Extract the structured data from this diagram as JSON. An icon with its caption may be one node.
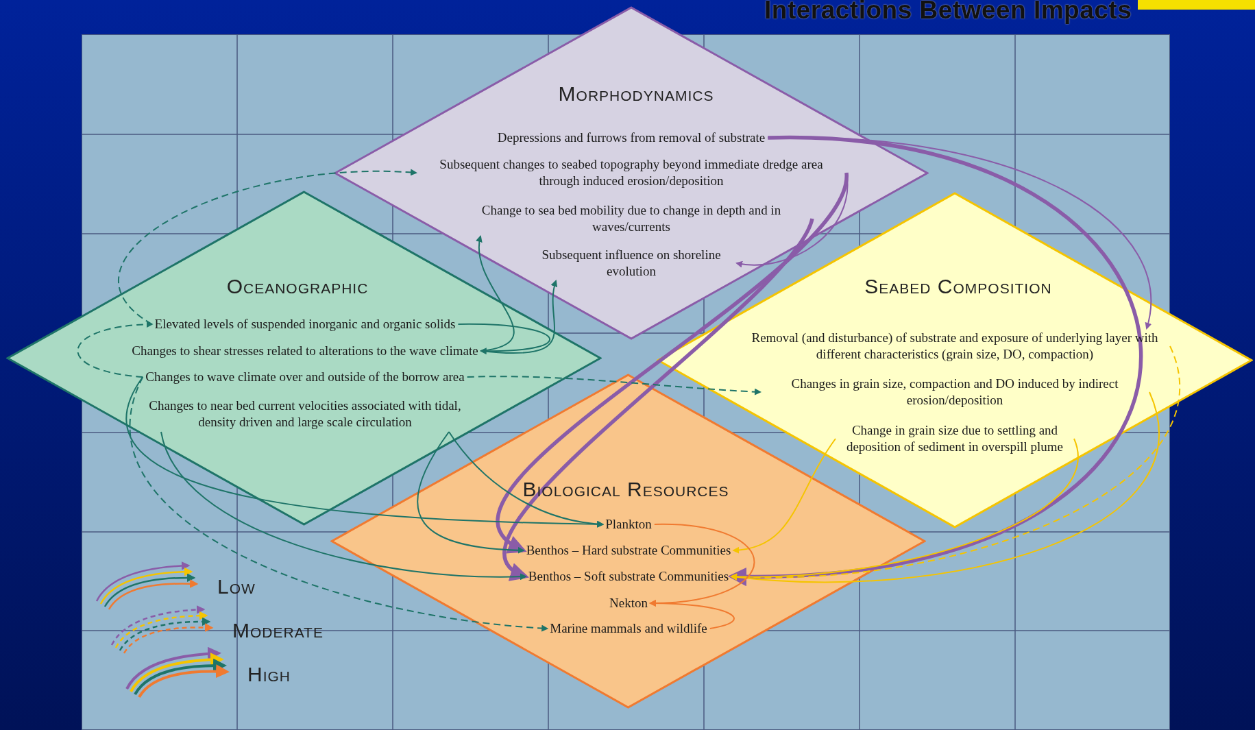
{
  "diagram": {
    "title": "Interactions Between Impacts",
    "nodes": [
      {
        "text": [
          "Morphodynamics"
        ]
      },
      {
        "text": [
          "Depressions and furrows from removal of substrate"
        ],
        "in": 0
      },
      {
        "text": [
          "Subsequent changes to seabed topography beyond immediate dredge area through induced erosion/deposition"
        ],
        "in": 0
      },
      {
        "text": [
          "Change to sea bed mobility due to change in depth and in waves/currents"
        ],
        "in": 0
      },
      {
        "text": [
          "Subsequent influence on shoreline evolution"
        ],
        "in": 0
      },
      {
        "text": [
          "Oceanographic"
        ]
      },
      {
        "text": [
          "Elevated levels of suspended inorganic and organic solids"
        ],
        "in": 5
      },
      {
        "text": [
          "Changes to shear stresses related to alterations to the wave climate"
        ],
        "in": 5
      },
      {
        "text": [
          "Changes to wave climate over and outside of the borrow area"
        ],
        "in": 5
      },
      {
        "text": [
          "Changes to near bed current velocities associated with tidal, density driven and large scale circulation"
        ],
        "in": 5
      },
      {
        "text": [
          "Seabed Composition"
        ]
      },
      {
        "text": [
          "Removal (and disturbance) of substrate and exposure of underlying layer with different characteristics (grain size, DO, compaction)"
        ],
        "in": 10
      },
      {
        "text": [
          "Changes in grain size, compaction and DO induced by indirect erosion/deposition"
        ],
        "in": 10
      },
      {
        "text": [
          "Change in grain size due to settling and deposition of sediment in overspill plume"
        ],
        "in": 10
      },
      {
        "text": [
          "Biological Resources"
        ]
      },
      {
        "text": [
          "Plankton"
        ],
        "in": 14
      },
      {
        "text": [
          "Benthos – Hard substrate Communities"
        ],
        "in": 14
      },
      {
        "text": [
          "Benthos – Soft substrate Communities"
        ],
        "in": 14
      },
      {
        "text": [
          "Nekton"
        ],
        "in": 14
      },
      {
        "text": [
          "Marine mammals and wildlife"
        ],
        "in": 14
      }
    ],
    "edges": [
      {
        "from": 1,
        "to": 11,
        "arrow": "to",
        "color": "#8a5ca8"
      },
      {
        "from": 1,
        "to": 17,
        "arrow": "to",
        "color": "#8a5ca8",
        "style": "thick"
      },
      {
        "from": 2,
        "to": 4,
        "arrow": "to",
        "color": "#8a5ca8"
      },
      {
        "from": 2,
        "to": 16,
        "arrow": "to",
        "color": "#8a5ca8",
        "style": "thick"
      },
      {
        "from": 3,
        "to": 17,
        "arrow": "to",
        "color": "#8a5ca8",
        "style": "thick"
      },
      {
        "from": 6,
        "to": 2,
        "arrow": "to",
        "color": "#1e7468",
        "style": "dashed"
      },
      {
        "from": 7,
        "to": 3,
        "arrow": "to",
        "color": "#1e7468"
      },
      {
        "from": 7,
        "to": 4,
        "arrow": "to",
        "color": "#1e7468"
      },
      {
        "from": 6,
        "to": 7,
        "arrow": "to",
        "color": "#1e7468"
      },
      {
        "from": 8,
        "to": 6,
        "arrow": "to",
        "color": "#1e7468",
        "style": "dashed"
      },
      {
        "from": 8,
        "to": 12,
        "arrow": "to",
        "color": "#1e7468",
        "style": "dashed"
      },
      {
        "from": 8,
        "to": 15,
        "arrow": "to",
        "color": "#1e7468"
      },
      {
        "from": 9,
        "to": 15,
        "arrow": "to",
        "color": "#1e7468"
      },
      {
        "from": 9,
        "to": 17,
        "arrow": "to",
        "color": "#1e7468"
      },
      {
        "from": 9,
        "to": 16,
        "arrow": "to",
        "color": "#1e7468"
      },
      {
        "from": 8,
        "to": 19,
        "arrow": "to",
        "color": "#1e7468",
        "style": "dashed"
      },
      {
        "from": 13,
        "to": 16,
        "arrow": "to",
        "color": "#f5c400"
      },
      {
        "from": 13,
        "to": 17,
        "arrow": "to",
        "color": "#f5c400"
      },
      {
        "from": 11,
        "to": 17,
        "arrow": "to",
        "color": "#f5c400",
        "style": "dashed"
      },
      {
        "from": 12,
        "to": 17,
        "arrow": "to",
        "color": "#f5c400"
      },
      {
        "from": 15,
        "to": 18,
        "arrow": "to",
        "color": "#f07a30"
      },
      {
        "from": 19,
        "to": 18,
        "arrow": "to",
        "color": "#f07a30"
      }
    ],
    "legend": [
      {
        "text": "Low"
      },
      {
        "text": "Moderate"
      },
      {
        "text": "High"
      }
    ]
  }
}
